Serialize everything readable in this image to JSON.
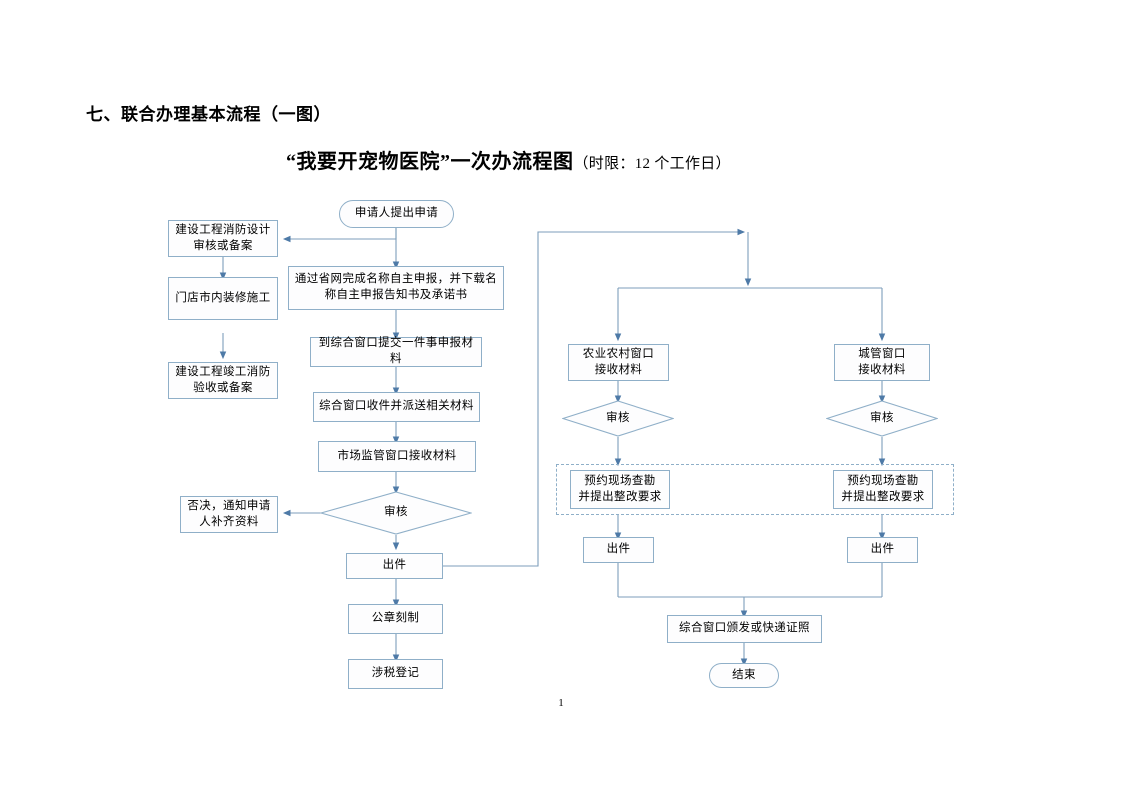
{
  "document": {
    "section_heading": "七、联合办理基本流程（一图）",
    "chart_title": "“我要开宠物医院”一次办流程图",
    "chart_title_suffix": "（时限：12 个工作日）",
    "page_number": "1"
  },
  "colors": {
    "node_border": "#8FAFC8",
    "node_fill": "#FDFDFE",
    "connector": "#7E9EBB",
    "arrow": "#4E7AA7",
    "text": "#000000"
  },
  "flowchart": {
    "type": "flowchart",
    "orientation": "top-down",
    "nodes": [
      {
        "id": "start",
        "shape": "rounded",
        "label": "申请人提出申请"
      },
      {
        "id": "fire-design",
        "shape": "rect",
        "label": "建设工程消防设计\n审核或备案"
      },
      {
        "id": "shop-decor",
        "shape": "rect",
        "label": "门店市内装修施工"
      },
      {
        "id": "fire-accept",
        "shape": "rect",
        "label": "建设工程竣工消防\n验收或备案"
      },
      {
        "id": "name-declare",
        "shape": "rect",
        "label": "通过省网完成名称自主申报，并下载名\n称自主申报告知书及承诺书"
      },
      {
        "id": "submit",
        "shape": "rect",
        "label": "到综合窗口提交一件事申报材料"
      },
      {
        "id": "receive-send",
        "shape": "rect",
        "label": "综合窗口收件并派送相关材料"
      },
      {
        "id": "market-recv",
        "shape": "rect",
        "label": "市场监管窗口接收材料"
      },
      {
        "id": "review-main",
        "shape": "diamond",
        "label": "审核"
      },
      {
        "id": "reject",
        "shape": "rect",
        "label": "否决，通知申请\n人补齐资料"
      },
      {
        "id": "issue-main",
        "shape": "rect",
        "label": "出件"
      },
      {
        "id": "seal",
        "shape": "rect",
        "label": "公章刻制"
      },
      {
        "id": "tax",
        "shape": "rect",
        "label": "涉税登记"
      },
      {
        "id": "agri-recv",
        "shape": "rect",
        "label": "农业农村窗口\n接收材料"
      },
      {
        "id": "urban-recv",
        "shape": "rect",
        "label": "城管窗口\n接收材料"
      },
      {
        "id": "review-agri",
        "shape": "diamond",
        "label": "审核"
      },
      {
        "id": "review-urban",
        "shape": "diamond",
        "label": "审核"
      },
      {
        "id": "survey-agri",
        "shape": "rect",
        "label": "预约现场查勘\n并提出整改要求"
      },
      {
        "id": "survey-urban",
        "shape": "rect",
        "label": "预约现场查勘\n并提出整改要求"
      },
      {
        "id": "issue-agri",
        "shape": "rect",
        "label": "出件"
      },
      {
        "id": "issue-urban",
        "shape": "rect",
        "label": "出件"
      },
      {
        "id": "deliver",
        "shape": "rect",
        "label": "综合窗口颁发或快递证照"
      },
      {
        "id": "end",
        "shape": "rounded",
        "label": "结束"
      }
    ],
    "groups": [
      {
        "id": "survey-group",
        "style": "dashed",
        "members": [
          "survey-agri",
          "survey-urban"
        ]
      }
    ],
    "edges": [
      {
        "from": "start",
        "to": "fire-design",
        "style": "elbow-left"
      },
      {
        "from": "start",
        "to": "name-declare",
        "style": "straight"
      },
      {
        "from": "fire-design",
        "to": "shop-decor",
        "style": "straight"
      },
      {
        "from": "shop-decor",
        "to": "fire-accept",
        "style": "straight"
      },
      {
        "from": "name-declare",
        "to": "submit",
        "style": "straight"
      },
      {
        "from": "submit",
        "to": "receive-send",
        "style": "straight"
      },
      {
        "from": "receive-send",
        "to": "market-recv",
        "style": "straight"
      },
      {
        "from": "market-recv",
        "to": "review-main",
        "style": "straight"
      },
      {
        "from": "review-main",
        "to": "reject",
        "style": "left"
      },
      {
        "from": "review-main",
        "to": "issue-main",
        "style": "straight"
      },
      {
        "from": "issue-main",
        "to": "seal",
        "style": "straight"
      },
      {
        "from": "seal",
        "to": "tax",
        "style": "straight"
      },
      {
        "from": "issue-main",
        "to": "branch-split",
        "style": "elbow-right-up"
      },
      {
        "from": "branch-split",
        "to": "agri-recv",
        "style": "elbow"
      },
      {
        "from": "branch-split",
        "to": "urban-recv",
        "style": "elbow"
      },
      {
        "from": "agri-recv",
        "to": "review-agri",
        "style": "straight"
      },
      {
        "from": "urban-recv",
        "to": "review-urban",
        "style": "straight"
      },
      {
        "from": "review-agri",
        "to": "survey-agri",
        "style": "straight"
      },
      {
        "from": "review-urban",
        "to": "survey-urban",
        "style": "straight"
      },
      {
        "from": "survey-agri",
        "to": "issue-agri",
        "style": "straight"
      },
      {
        "from": "survey-urban",
        "to": "issue-urban",
        "style": "straight"
      },
      {
        "from": "issue-agri",
        "to": "deliver",
        "style": "elbow-merge"
      },
      {
        "from": "issue-urban",
        "to": "deliver",
        "style": "elbow-merge"
      },
      {
        "from": "deliver",
        "to": "end",
        "style": "straight"
      }
    ]
  }
}
